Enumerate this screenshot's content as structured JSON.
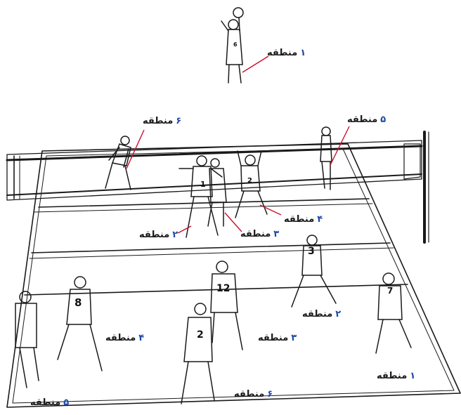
{
  "zone_word": "منطقه",
  "digits": {
    "1": "۱",
    "2": "۲",
    "3": "۳",
    "4": "۴",
    "5": "۵",
    "6": "۶"
  },
  "labels": [
    {
      "id": "server",
      "num": "۱"
    },
    {
      "id": "opp-left",
      "num": "۶"
    },
    {
      "id": "opp-right",
      "num": "۵"
    },
    {
      "id": "blocker-left",
      "num": "۲"
    },
    {
      "id": "blocker-mid",
      "num": "۳"
    },
    {
      "id": "blocker-right",
      "num": "۴"
    },
    {
      "id": "receiver-right",
      "num": "۲"
    },
    {
      "id": "receiver-left",
      "num": "۴"
    },
    {
      "id": "receiver-center",
      "num": "۳"
    },
    {
      "id": "back-right",
      "num": "۱"
    },
    {
      "id": "back-left",
      "num": "۵"
    },
    {
      "id": "back-center",
      "num": "۶"
    }
  ],
  "jerseys": [
    "6",
    "8",
    "12",
    "2",
    "3",
    "7",
    "1",
    "2"
  ],
  "colors": {
    "line": "#1a1a1a",
    "pointer": "#c8102e",
    "accent": "#1f4aa8"
  }
}
